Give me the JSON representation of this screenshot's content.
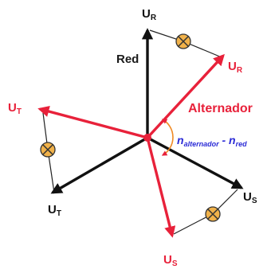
{
  "colors": {
    "grid_phasor": "#111111",
    "alternator_phasor": "#e8213a",
    "lamp_fill": "#f1b24a",
    "lamp_stroke": "#333333",
    "angle_arc": "#f08a24",
    "equation": "#2b2bd6"
  },
  "labels": {
    "grid_UR": {
      "main": "U",
      "sub": "R"
    },
    "grid_US": {
      "main": "U",
      "sub": "S"
    },
    "grid_UT": {
      "main": "U",
      "sub": "T"
    },
    "alt_UR": {
      "main": "U",
      "sub": "R"
    },
    "alt_US": {
      "main": "U",
      "sub": "S"
    },
    "alt_UT": {
      "main": "U",
      "sub": "T"
    },
    "red_word": "Red",
    "alternador_word": "Alternador",
    "equation": {
      "n": "n",
      "alt_sub": "alternador",
      "minus": " - ",
      "n2": "n",
      "red_sub": "red"
    }
  },
  "icons": [
    "lamp-icon",
    "lamp-icon",
    "lamp-icon"
  ]
}
